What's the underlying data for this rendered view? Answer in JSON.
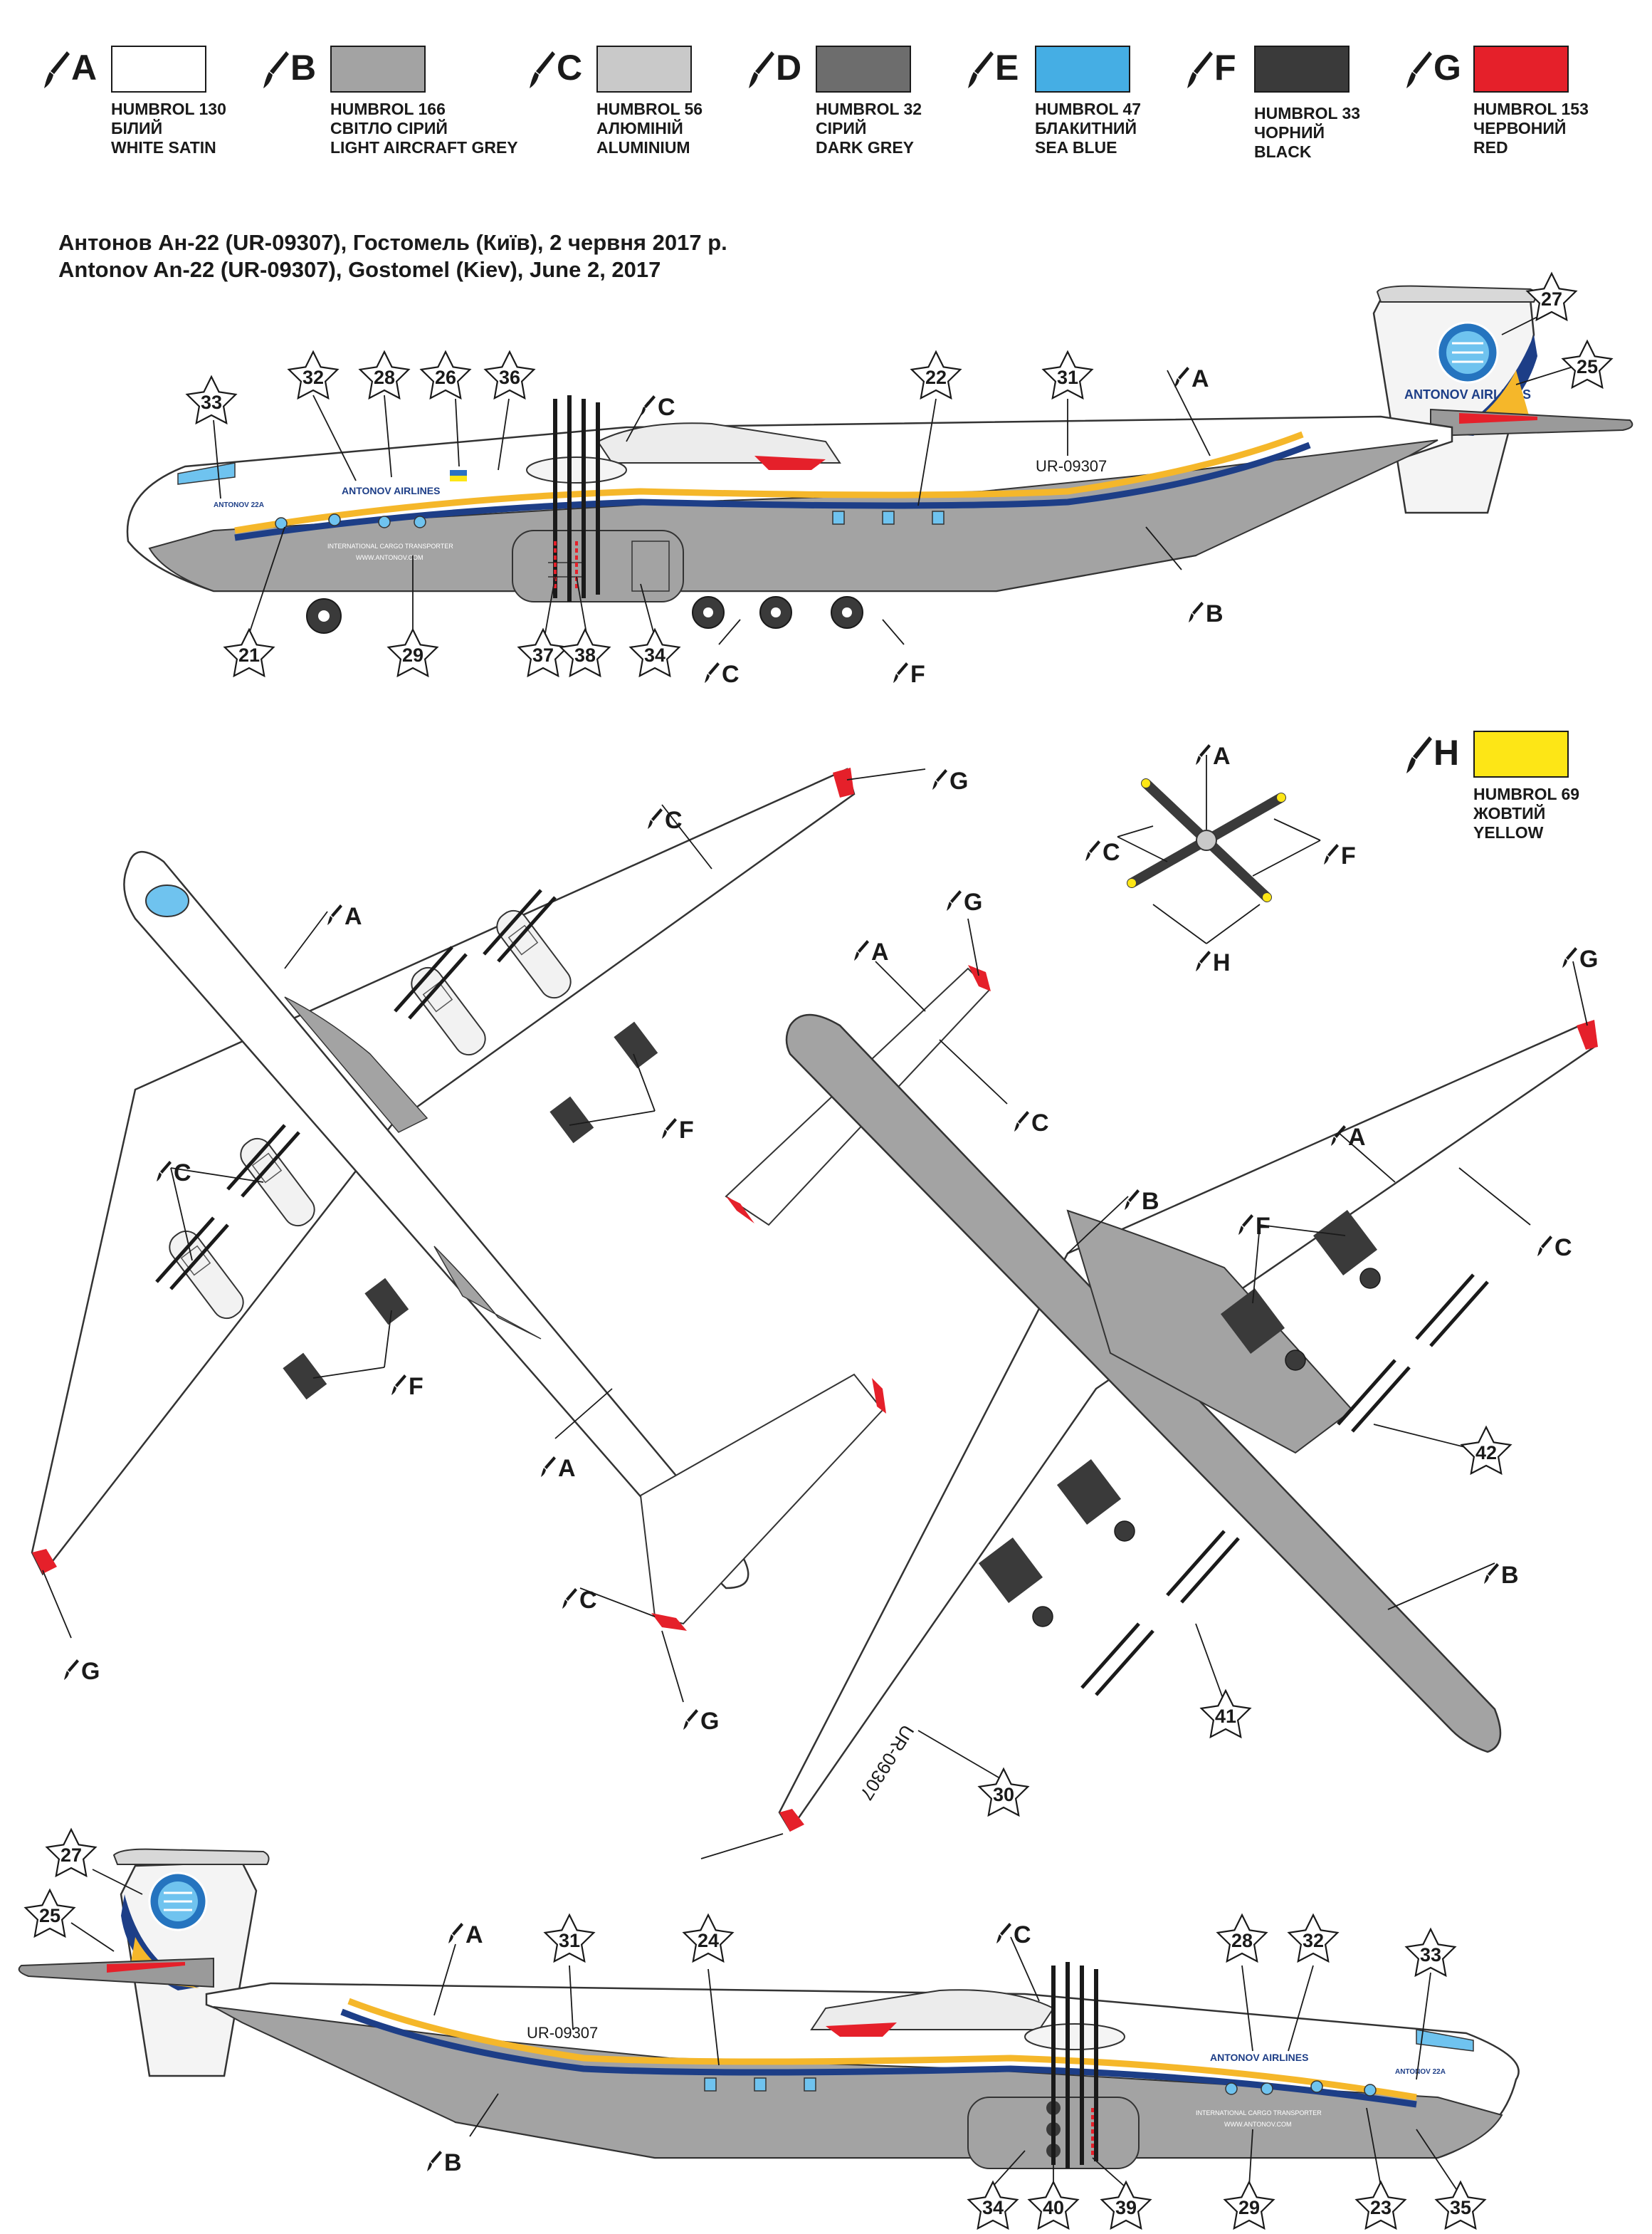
{
  "colors": {
    "swatches": [
      {
        "letter": "A",
        "hex": "#ffffff",
        "code": "HUMBROL 130",
        "uk": "БІЛИЙ",
        "en": "WHITE SATIN"
      },
      {
        "letter": "B",
        "hex": "#a3a3a3",
        "code": "HUMBROL 166",
        "uk": "СВІТЛО СІРИЙ",
        "en": "LIGHT AIRCRAFT GREY"
      },
      {
        "letter": "C",
        "hex": "#c9c9c9",
        "code": "HUMBROL 56",
        "uk": "АЛЮМІНІЙ",
        "en": "ALUMINIUM"
      },
      {
        "letter": "D",
        "hex": "#6d6d6d",
        "code": "HUMBROL 32",
        "uk": "СІРИЙ",
        "en": "DARK GREY"
      },
      {
        "letter": "E",
        "hex": "#45aee4",
        "code": "HUMBROL 47",
        "uk": "БЛАКИТНИЙ",
        "en": "SEA BLUE"
      },
      {
        "letter": "F",
        "hex": "#3a3a3a",
        "code": "HUMBROL 33",
        "uk": "ЧОРНИЙ",
        "en": "BLACK"
      },
      {
        "letter": "G",
        "hex": "#e5202a",
        "code": "HUMBROL 153",
        "uk": "ЧЕРВОНИЙ",
        "en": "RED"
      },
      {
        "letter": "H",
        "hex": "#fde616",
        "code": "HUMBROL 69",
        "uk": "ЖОВТИЙ",
        "en": "YELLOW"
      }
    ]
  },
  "caption": {
    "uk": "Антонов Ан-22 (UR-09307), Гостомель (Київ), 2 червня 2017 р.",
    "en": "Antonov An-22 (UR-09307), Gostomel (Kiev), June 2, 2017"
  },
  "aircraft": {
    "registration": "UR-09307",
    "registration_mirrored": "UR-09307",
    "airline": "ANTONOV AIRLINES",
    "model_tag": "ANTONOV 22A",
    "cargo_line": "INTERNATIONAL CARGO TRANSPORTER",
    "website": "WWW.ANTONOV.COM",
    "tail_text": "ANTONOV AIRLINES"
  },
  "stencil_refs": {
    "left_profile": [
      "33",
      "32",
      "28",
      "26",
      "36",
      "22",
      "31",
      "27",
      "25",
      "21",
      "29",
      "37",
      "38",
      "34"
    ],
    "top_view": [],
    "bottom_view": [
      "42",
      "41",
      "30"
    ],
    "right_profile": [
      "27",
      "25",
      "31",
      "24",
      "28",
      "32",
      "33",
      "34",
      "40",
      "39",
      "29",
      "23",
      "35"
    ]
  },
  "callout_letters": {
    "left_profile": [
      "A",
      "C",
      "B",
      "C",
      "F"
    ],
    "top_view": [
      "C",
      "G",
      "A",
      "F",
      "C",
      "F",
      "A",
      "C",
      "G",
      "G"
    ],
    "propeller": [
      "A",
      "C",
      "F",
      "H"
    ],
    "bottom_view": [
      "G",
      "A",
      "C",
      "G",
      "A",
      "F",
      "C",
      "B",
      "B"
    ],
    "right_profile": [
      "A",
      "C",
      "B"
    ]
  }
}
